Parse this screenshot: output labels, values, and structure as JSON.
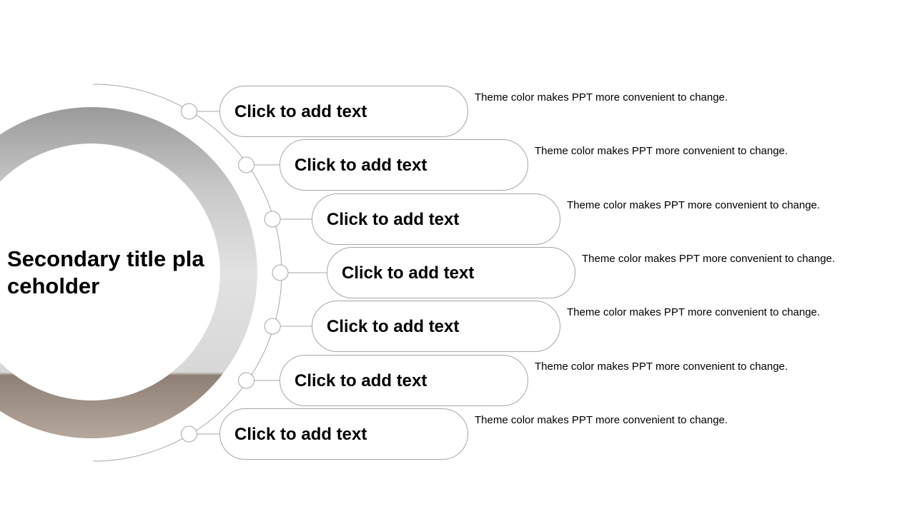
{
  "title": "Secondary title placeholder",
  "items": [
    {
      "label": "Click to add text",
      "description": "Theme color makes PPT more convenient to change."
    },
    {
      "label": "Click to add text",
      "description": "Theme color makes PPT more convenient to change."
    },
    {
      "label": "Click to add text",
      "description": "Theme color makes PPT more convenient to change."
    },
    {
      "label": "Click to add text",
      "description": "Theme color makes PPT more convenient to change."
    },
    {
      "label": "Click to add text",
      "description": "Theme color makes PPT more convenient to change."
    },
    {
      "label": "Click to add text",
      "description": "Theme color makes PPT more convenient to change."
    },
    {
      "label": "Click to add text",
      "description": "Theme color makes PPT more convenient to change."
    }
  ]
}
